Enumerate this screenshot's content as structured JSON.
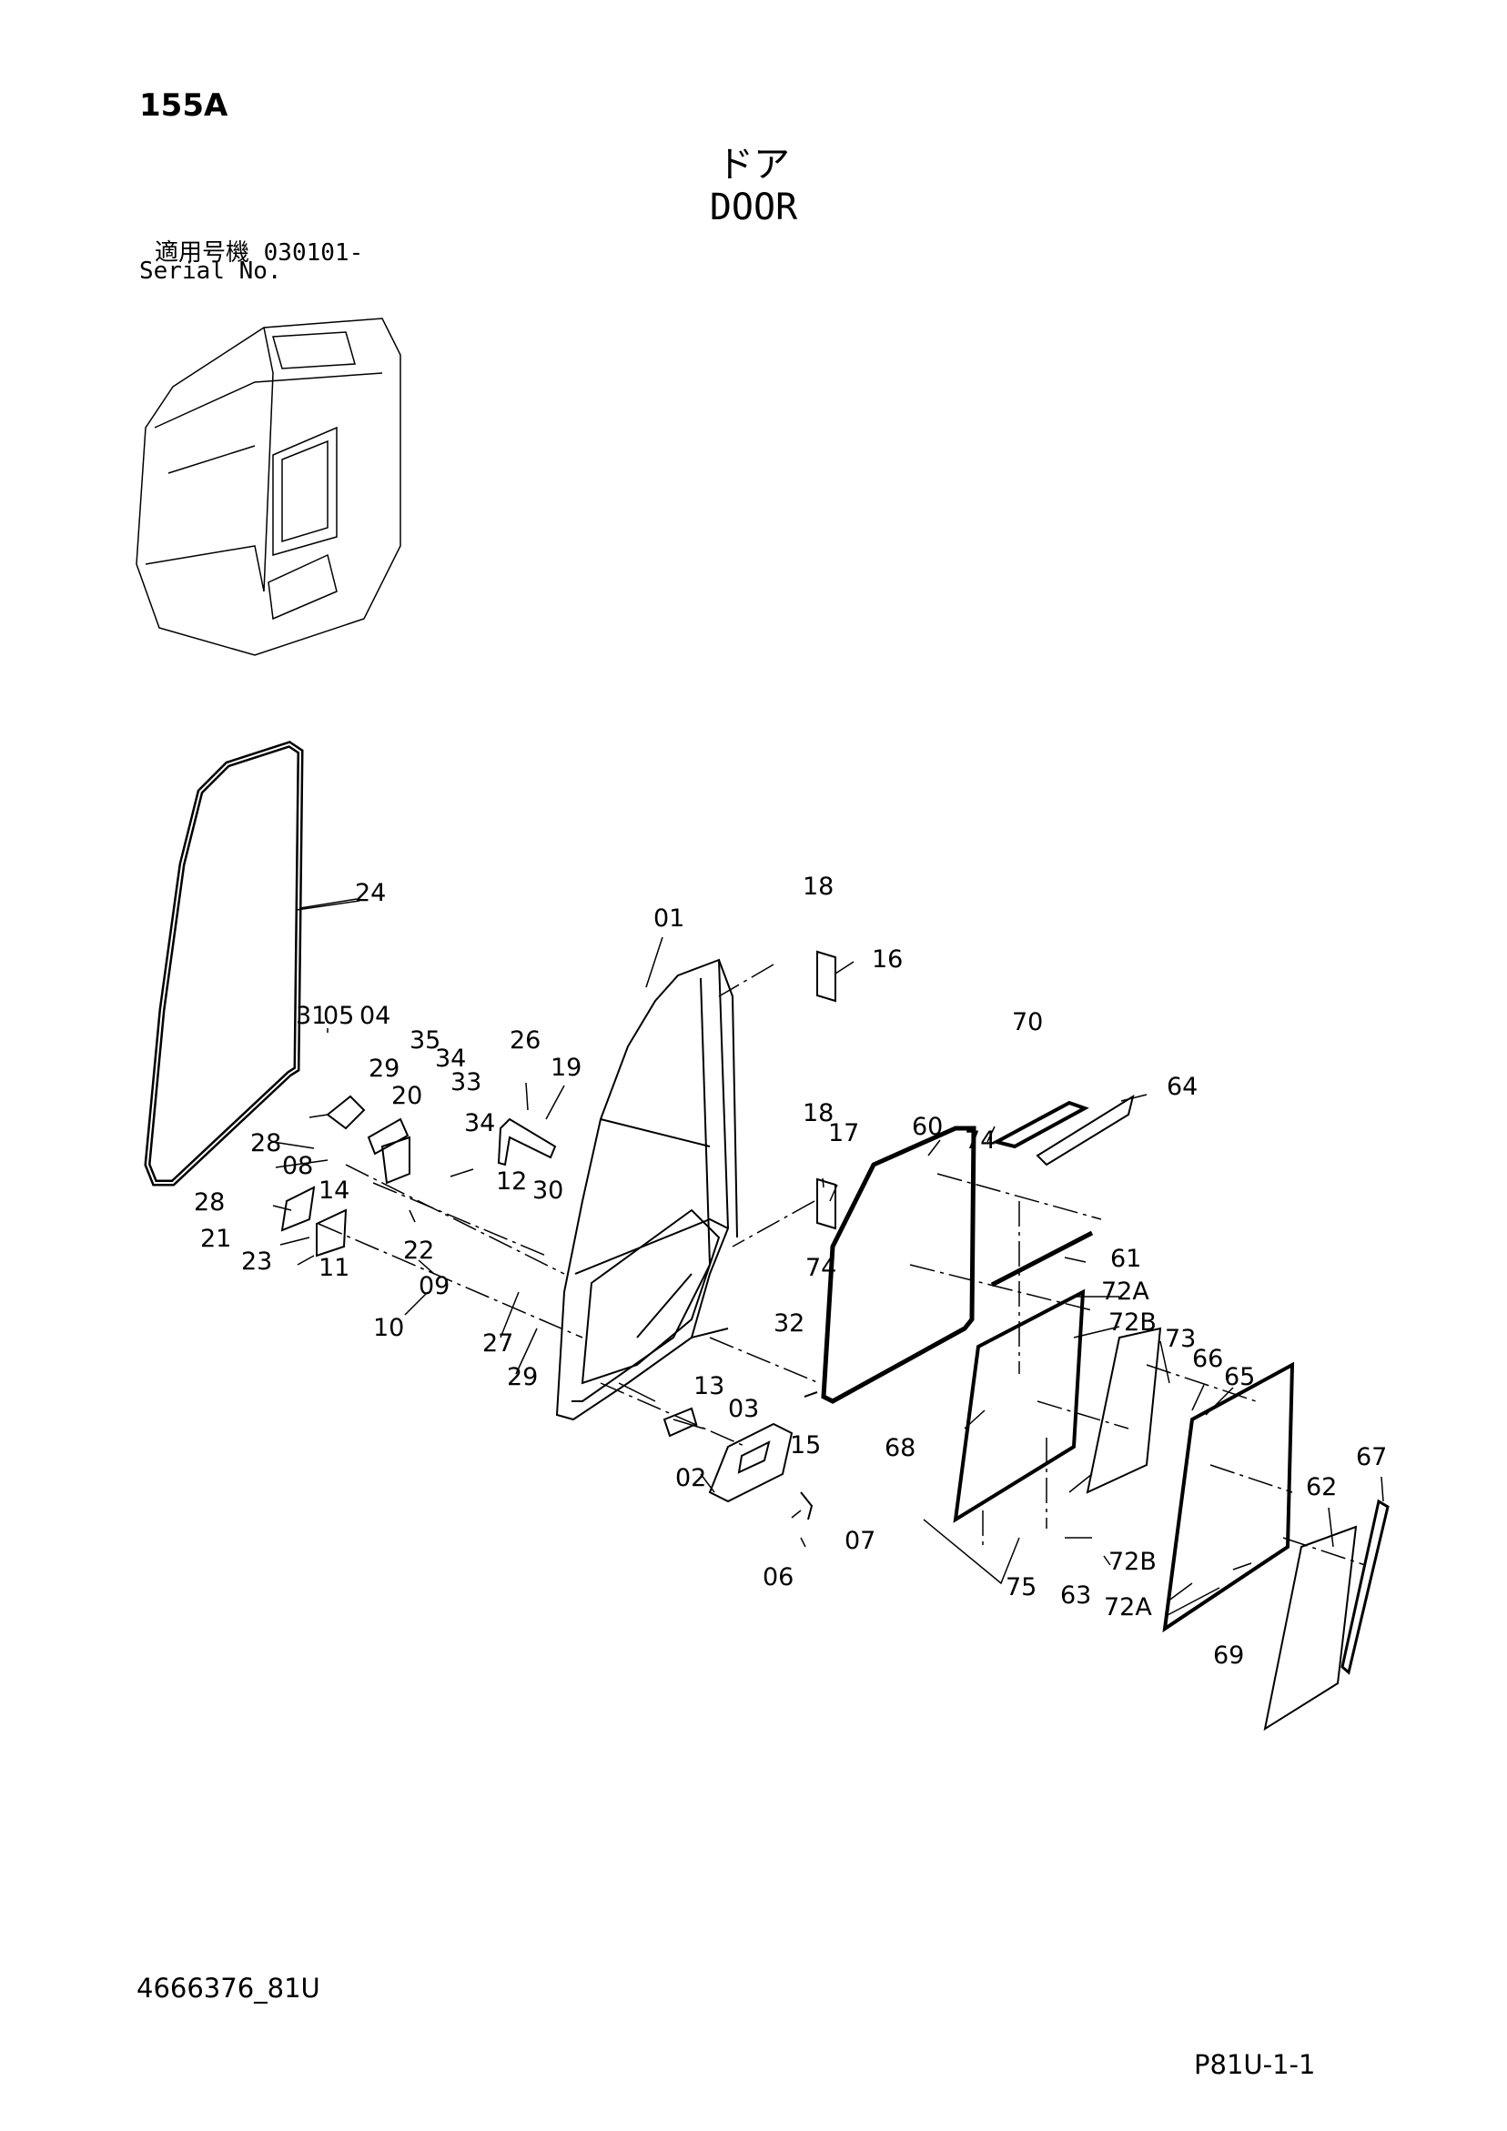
{
  "header": {
    "page_code": "155A",
    "title_jp": "ドア",
    "title_en": "DOOR",
    "serial_jp": "適用号機  030101-",
    "serial_en": "Serial No."
  },
  "footer": {
    "doc_number": "4666376_81U",
    "page_ref": "P81U-1-1"
  },
  "part_labels": [
    "24",
    "31",
    "05",
    "04",
    "29",
    "35",
    "34",
    "33",
    "34",
    "20",
    "28",
    "08",
    "12",
    "26",
    "19",
    "30",
    "28",
    "14",
    "21",
    "23",
    "11",
    "22",
    "09",
    "10",
    "27",
    "29",
    "01",
    "18",
    "16",
    "18",
    "17",
    "60",
    "74",
    "70",
    "64",
    "74",
    "61",
    "72A",
    "72B",
    "32",
    "13",
    "03",
    "15",
    "73",
    "66",
    "65",
    "68",
    "67",
    "62",
    "02",
    "06",
    "07",
    "75",
    "63",
    "72B",
    "72A",
    "69"
  ]
}
